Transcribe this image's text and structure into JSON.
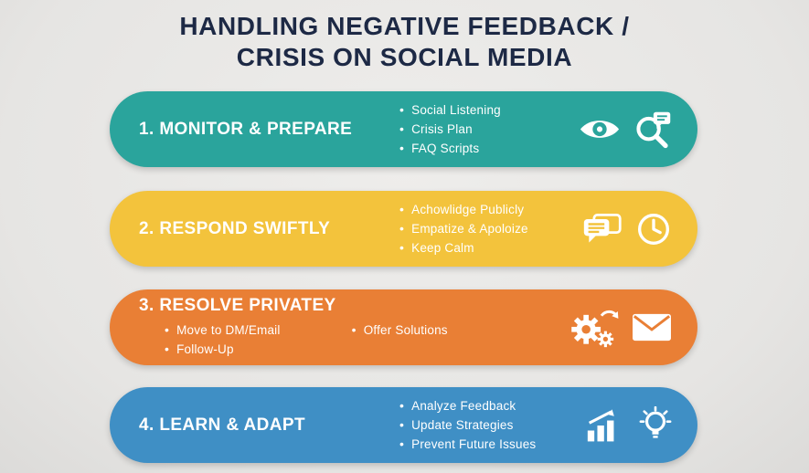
{
  "title": {
    "line1": "HANDLING NEGATIVE FEEDBACK /",
    "line2": "CRISIS ON SOCIAL MEDIA"
  },
  "colors": {
    "background": "#e8e7e5",
    "title_text": "#1d2945",
    "band1_teal": "#2aa49c",
    "band2_yellow": "#f3c33c",
    "band3_orange": "#e97f35",
    "band4_blue": "#3f8fc5",
    "text_on_band": "#ffffff"
  },
  "bands": [
    {
      "number": "1",
      "heading": "1. MONITOR & PREPARE",
      "bullets": [
        "Social Listening",
        "Crisis Plan",
        "FAQ Scripts"
      ],
      "icons": [
        "eye-icon",
        "magnifier-chat-icon"
      ],
      "color": "#2aa49c"
    },
    {
      "number": "2",
      "heading": "2. RESPOND SWIFTLY",
      "bullets": [
        "Achowlidge Publicly",
        "Empatize & Apoloize",
        "Keep Calm"
      ],
      "icons": [
        "chat-bubbles-icon",
        "clock-icon"
      ],
      "color": "#f3c33c"
    },
    {
      "number": "3",
      "heading": "3. RESOLVE PRIVATEY",
      "bullets_col1": [
        "Move to DM/Email",
        "Follow-Up"
      ],
      "bullets_col2": [
        "Offer Solutions"
      ],
      "icons": [
        "gears-refresh-icon",
        "envelope-icon"
      ],
      "color": "#e97f35"
    },
    {
      "number": "4",
      "heading": "4. LEARN & ADAPT",
      "bullets": [
        "Analyze Feedback",
        "Update Strategies",
        "Prevent Future Issues"
      ],
      "icons": [
        "bar-chart-growth-icon",
        "lightbulb-icon"
      ],
      "color": "#3f8fc5"
    }
  ]
}
